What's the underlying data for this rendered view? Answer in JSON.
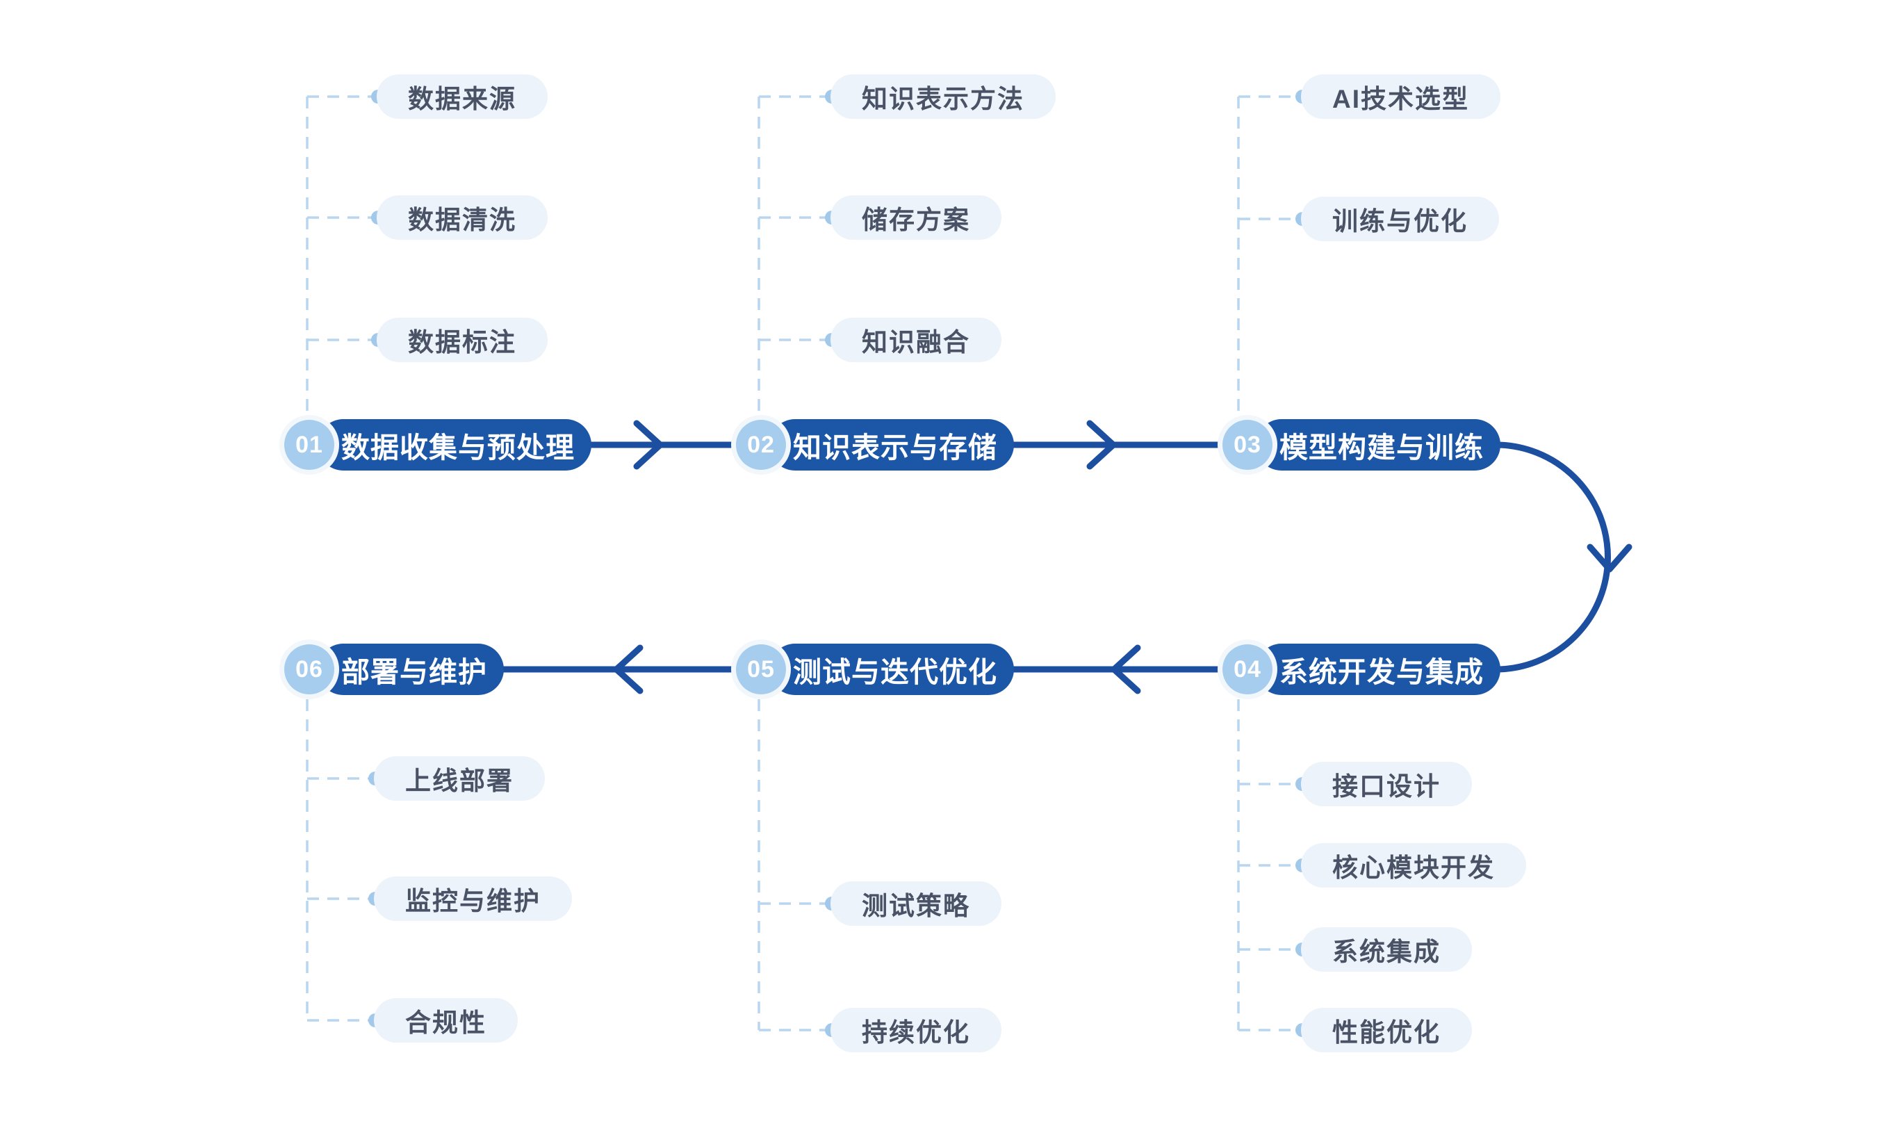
{
  "diagram": {
    "steps": [
      {
        "number": "01",
        "label": "数据收集与预处理",
        "sub_items": [
          "数据来源",
          "数据清洗",
          "数据标注"
        ]
      },
      {
        "number": "02",
        "label": "知识表示与存储",
        "sub_items": [
          "知识表示方法",
          "储存方案",
          "知识融合"
        ]
      },
      {
        "number": "03",
        "label": "模型构建与训练",
        "sub_items": [
          "AI技术选型",
          "训练与优化"
        ]
      },
      {
        "number": "04",
        "label": "系统开发与集成",
        "sub_items": [
          "接口设计",
          "核心模块开发",
          "系统集成",
          "性能优化"
        ]
      },
      {
        "number": "05",
        "label": "测试与迭代优化",
        "sub_items": [
          "测试策略",
          "持续优化"
        ]
      },
      {
        "number": "06",
        "label": "部署与维护",
        "sub_items": [
          "上线部署",
          "监控与维护",
          "合规性"
        ]
      }
    ],
    "colors": {
      "primary_blue": "#1b57a6",
      "arrow_blue": "#1d4fa1",
      "badge_blue": "#a7cdee",
      "badge_halo": "#f2f7fc",
      "subitem_bg": "#edf3fb",
      "subitem_text": "#4a5366",
      "connector": "#b9d5ef",
      "dot": "#a3c9ea"
    }
  }
}
